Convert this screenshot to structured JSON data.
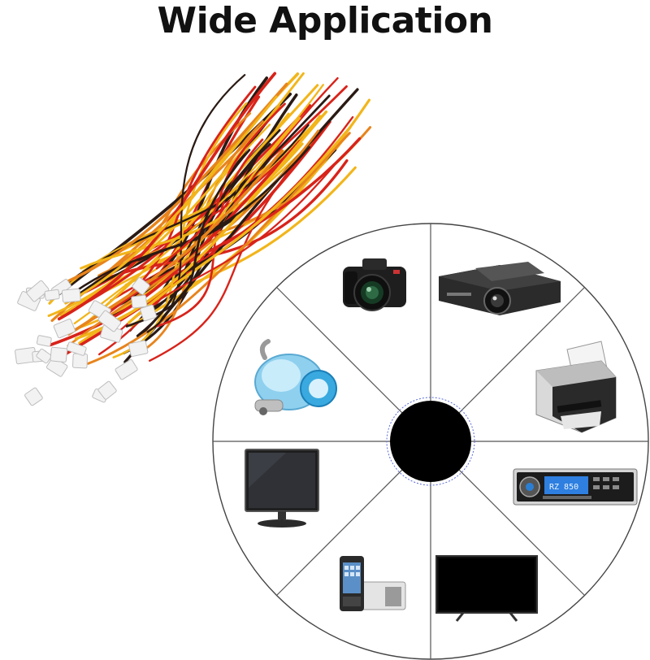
{
  "title": "Wide Application",
  "colors": {
    "background": "#ffffff",
    "title": "#111111",
    "wheel_outline": "#444444",
    "hub": "#000000",
    "wire_red": "#d8231a",
    "wire_yellow": "#f2b51a",
    "wire_black": "#2a1a14",
    "connector": "#f2f2f2"
  },
  "wheel": {
    "segments": [
      "camera",
      "projector",
      "printer",
      "car-stereo",
      "tv",
      "phone",
      "monitor",
      "vacuum-cleaner"
    ],
    "car_stereo_display": "RZ 850"
  },
  "icons": [
    "wire-bundle",
    "camera-icon",
    "projector-icon",
    "printer-icon",
    "car-stereo-icon",
    "tv-icon",
    "phone-icon",
    "monitor-icon",
    "vacuum-icon"
  ]
}
